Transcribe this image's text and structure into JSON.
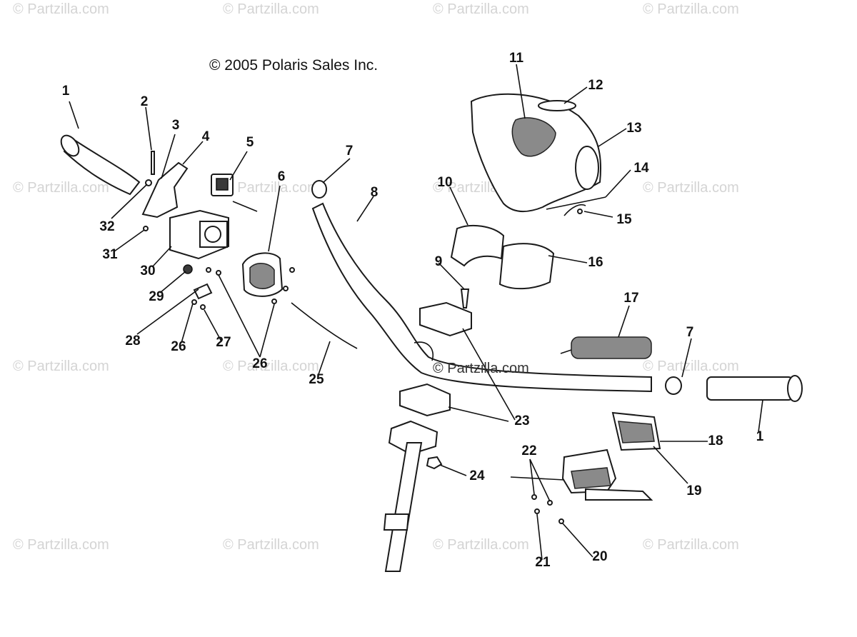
{
  "copyright": "© 2005 Polaris Sales Inc.",
  "center_watermark": "© Partzilla.com",
  "watermark": "© Partzilla.com",
  "callouts": {
    "c1a": "1",
    "c1b": "1",
    "c2": "2",
    "c3": "3",
    "c4": "4",
    "c5": "5",
    "c6": "6",
    "c7a": "7",
    "c7b": "7",
    "c8": "8",
    "c9": "9",
    "c10": "10",
    "c11": "11",
    "c12": "12",
    "c13": "13",
    "c14": "14",
    "c15": "15",
    "c16": "16",
    "c17": "17",
    "c18": "18",
    "c19": "19",
    "c20": "20",
    "c21": "21",
    "c22": "22",
    "c23": "23",
    "c24": "24",
    "c25": "25",
    "c26a": "26",
    "c26b": "26",
    "c27": "27",
    "c28": "28",
    "c29": "29",
    "c30": "30",
    "c31": "31",
    "c32": "32"
  }
}
